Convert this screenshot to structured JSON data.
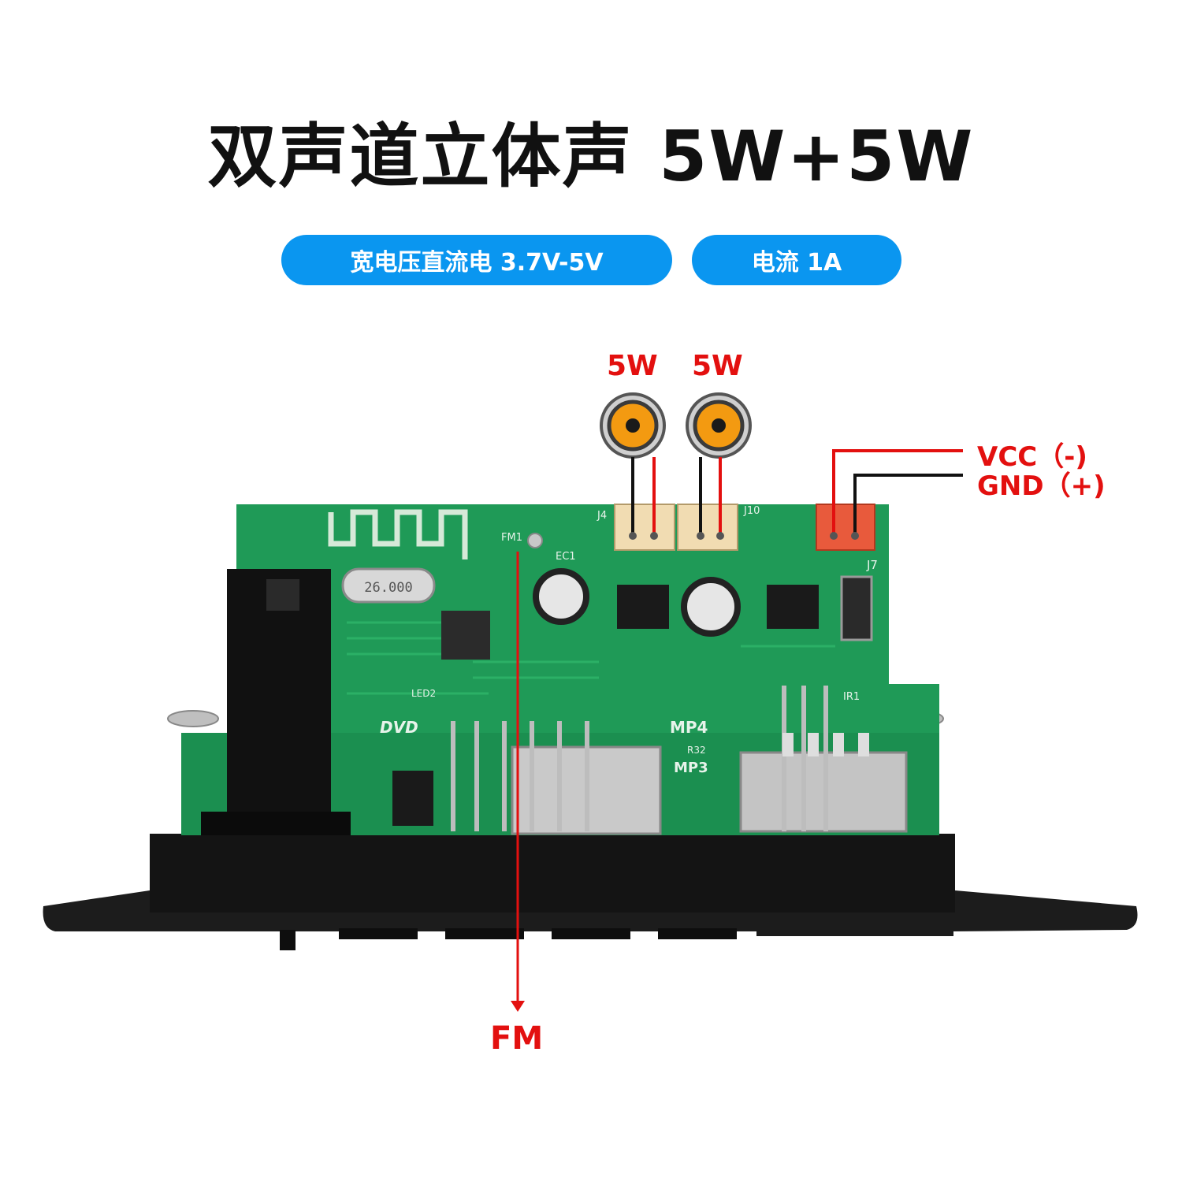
{
  "title": "双声道立体声 5W+5W",
  "badges": [
    {
      "label": "宽电压直流电 3.7V-5V"
    },
    {
      "label": "电流 1A"
    }
  ],
  "callouts": {
    "speaker_left": "5W",
    "speaker_right": "5W",
    "vcc": "VCC（-)",
    "gnd": "GND（+)",
    "fm": "FM"
  },
  "board_text": {
    "crystal": "26.000",
    "dvd": "DVD",
    "mp4": "MP4",
    "mp3": "MP3",
    "fm1": "FM1",
    "ec1": "EC1",
    "j4": "J4",
    "j10": "J10",
    "j7": "J7",
    "led2": "LED2",
    "ir1": "IR1",
    "r32": "R32"
  },
  "colors": {
    "pcb": "#1f9a57",
    "accent_blue": "#0a96f0",
    "callout_red": "#e3100f",
    "title": "#111111"
  }
}
